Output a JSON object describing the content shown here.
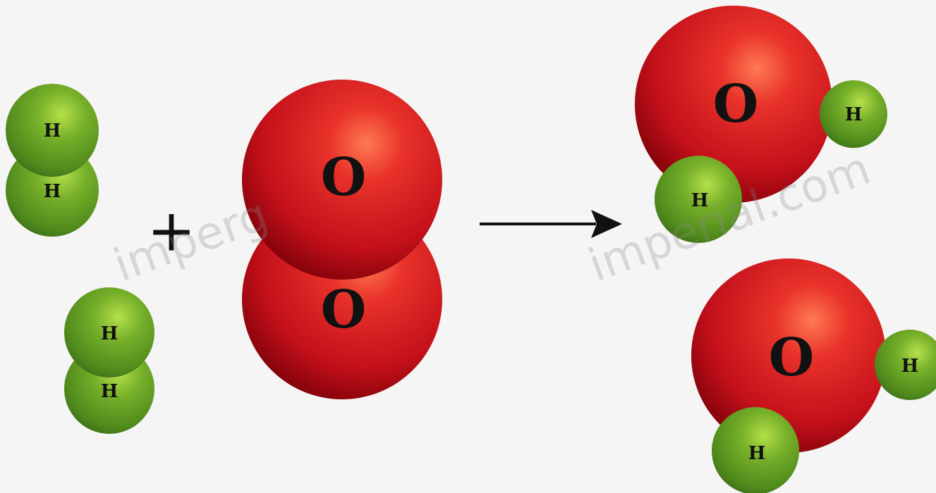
{
  "labels": {
    "hydrogen": "H",
    "oxygen": "O",
    "plus": "+"
  },
  "watermark": {
    "left": "imperg",
    "right": "imperial.com"
  },
  "colors": {
    "background": "#f5f5f5",
    "oxygen": "#c8141c",
    "hydrogen": "#5d9a1e",
    "arrow": "#111111"
  },
  "icons": {
    "arrow": "right-arrow-icon"
  }
}
